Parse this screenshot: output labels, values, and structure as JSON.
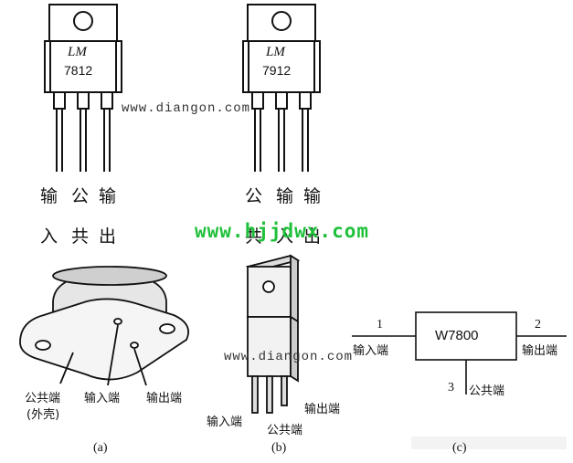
{
  "top_left": {
    "chip_brand": "LM",
    "chip_number": "7812",
    "pins_row1": [
      "输",
      "公",
      "输"
    ],
    "pins_row2": [
      "入",
      "共",
      "出"
    ]
  },
  "top_right": {
    "chip_brand": "LM",
    "chip_number": "7912",
    "pins_row1": [
      "公",
      "输",
      "输"
    ],
    "pins_row2": [
      "共",
      "入",
      "出"
    ]
  },
  "watermarks": {
    "diangon_top": "www.diangon.com",
    "diangon_bottom": "www.diangon.com",
    "hjjdwx": "www.hjjdwx.com"
  },
  "fig_a": {
    "label_common": "公共端",
    "label_case": "(外壳)",
    "label_input": "输入端",
    "label_output": "输出端",
    "caption": "(a)"
  },
  "fig_b": {
    "label_input": "输入端",
    "label_common": "公共端",
    "label_output": "输出端",
    "caption": "(b)"
  },
  "fig_c": {
    "chip_name": "W7800",
    "pin1_num": "1",
    "pin2_num": "2",
    "pin3_num": "3",
    "label_input": "输入端",
    "label_output": "输出端",
    "label_common": "公共端",
    "caption": "(c)"
  }
}
